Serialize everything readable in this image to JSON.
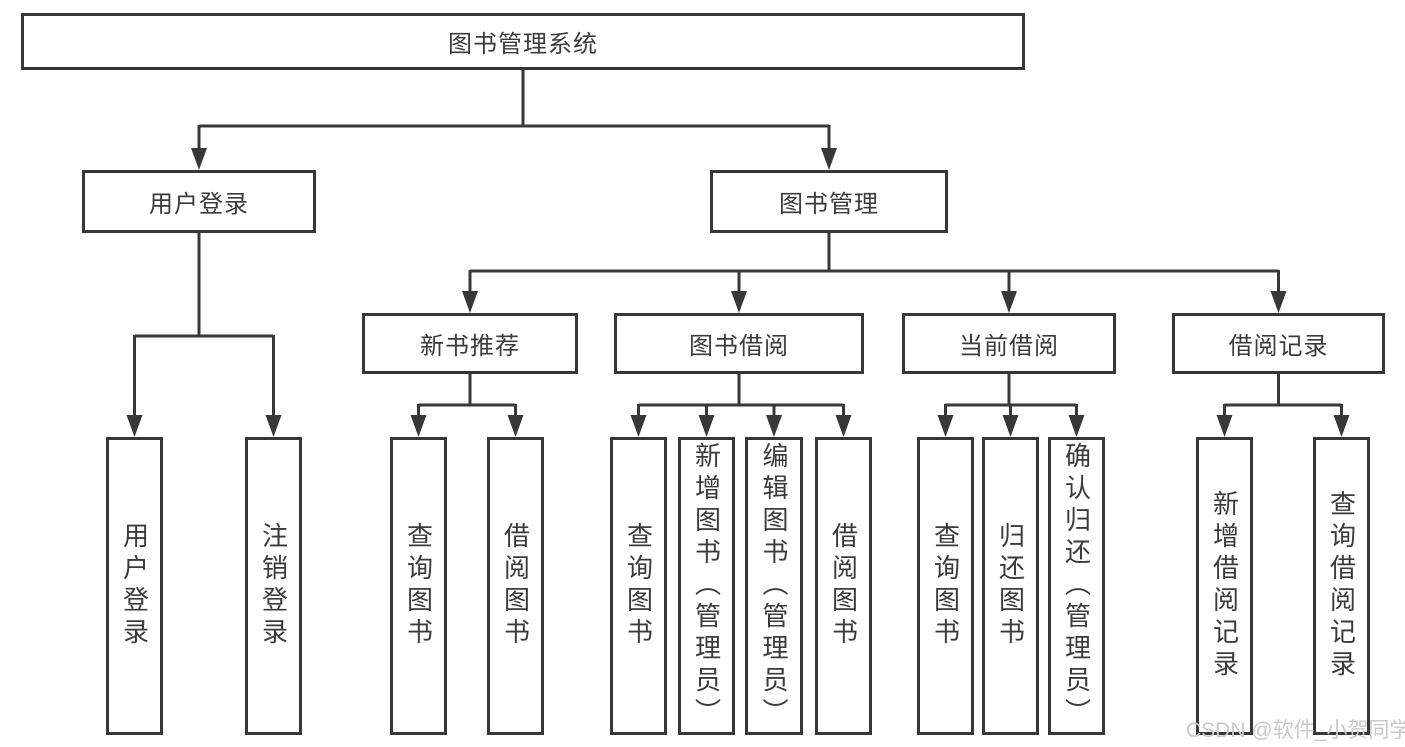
{
  "diagram_type": "hierarchy-tree",
  "watermark": "CSDN @软件_小贺同学",
  "colors": {
    "line": "#383838",
    "box_border": "#373737",
    "box_fill": "#ffffff",
    "text": "#3b3b3b",
    "watermark": "#c9c9c9",
    "background": "#ffffff"
  },
  "tree": {
    "label": "图书管理系统",
    "children": [
      {
        "label": "用户登录",
        "children": [
          {
            "label": "用户登录"
          },
          {
            "label": "注销登录"
          }
        ]
      },
      {
        "label": "图书管理",
        "children": [
          {
            "label": "新书推荐",
            "children": [
              {
                "label": "查询图书"
              },
              {
                "label": "借阅图书"
              }
            ]
          },
          {
            "label": "图书借阅",
            "children": [
              {
                "label": "查询图书"
              },
              {
                "label": "新增图书（管理员）"
              },
              {
                "label": "编辑图书（管理员）"
              },
              {
                "label": "借阅图书"
              }
            ]
          },
          {
            "label": "当前借阅",
            "children": [
              {
                "label": "查询图书"
              },
              {
                "label": "归还图书"
              },
              {
                "label": "确认归还（管理员）"
              }
            ]
          },
          {
            "label": "借阅记录",
            "children": [
              {
                "label": "新增借阅记录"
              },
              {
                "label": "查询借阅记录"
              }
            ]
          }
        ]
      }
    ]
  }
}
